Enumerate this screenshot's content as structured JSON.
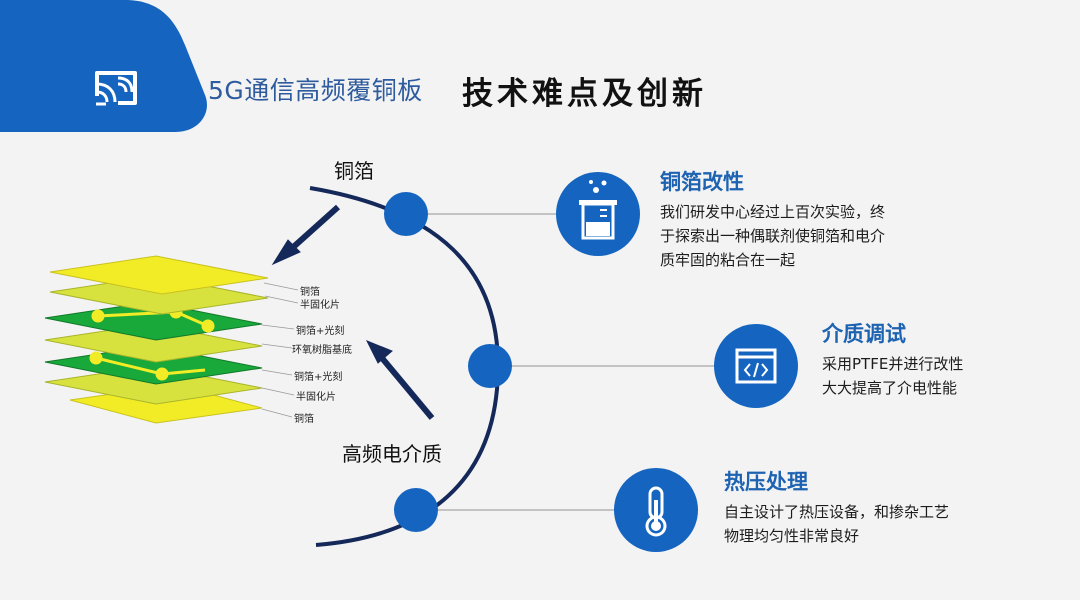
{
  "header": {
    "subtitle": "5G通信高频覆铜板",
    "title": "技术难点及创新",
    "icon": "screen-cast-icon"
  },
  "diagram": {
    "node_top": "铜箔",
    "node_bottom": "高频电介质",
    "layers": [
      "铜箔",
      "半固化片",
      "铜箔+光刻",
      "环氧树脂基底",
      "铜箔+光刻",
      "半固化片",
      "铜箔"
    ]
  },
  "features": [
    {
      "title": "铜箔改性",
      "desc_lines": [
        "我们研发中心经过上百次实验，终",
        "于探索出一种偶联剂使铜箔和电介",
        "质牢固的粘合在一起"
      ],
      "icon": "beaker-icon"
    },
    {
      "title": "介质调试",
      "desc_lines": [
        "采用PTFE并进行改性",
        "大大提高了介电性能"
      ],
      "icon": "code-window-icon"
    },
    {
      "title": "热压处理",
      "desc_lines": [
        "自主设计了热压设备，和掺杂工艺",
        "物理均匀性非常良好"
      ],
      "icon": "thermometer-icon"
    }
  ],
  "colors": {
    "primary": "#1565c0",
    "copper_foil": "#f2ec27",
    "prepreg": "#d8e23e",
    "etched": "#19a83a"
  }
}
